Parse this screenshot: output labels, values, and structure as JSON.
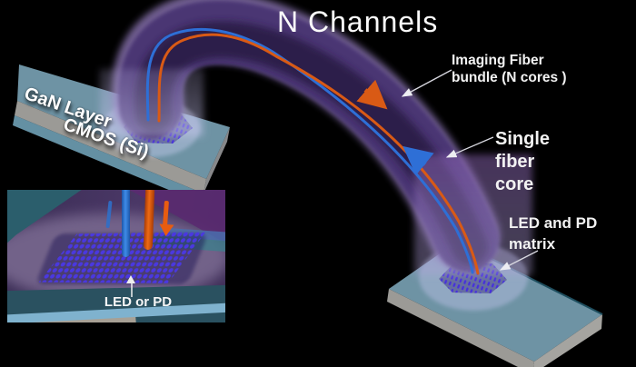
{
  "title": "N Channels",
  "labels": {
    "fiber_bundle": "Imaging Fiber\nbundle (N cores )",
    "single_fiber": "Single\nfiber\ncore",
    "led_pd_matrix": "LED and PD\nmatrix",
    "inset_caption": "LED or PD",
    "chip_top": "GaN Layer",
    "chip_side": "CMOS (Si)"
  },
  "colors": {
    "background": "#000000",
    "bundle_rim": "#8d77b5",
    "bundle_body": "#4a3473",
    "bundle_core": "#2a1a47",
    "fiber_blue": "#2e6fd6",
    "fiber_orange": "#d95a15",
    "chip_top_face": "#6e93a4",
    "chip_side_face": "#9b9a96",
    "matrix_dot": "#4630dc",
    "label_text": "#f2f2f2"
  }
}
